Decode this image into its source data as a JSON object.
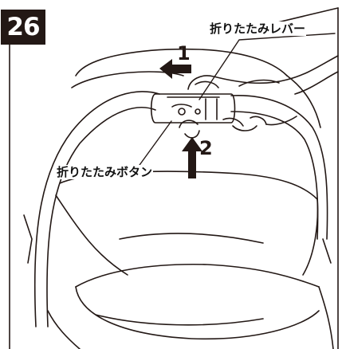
{
  "step": {
    "number": "26"
  },
  "labels": {
    "lever": "折りたたみレバー",
    "button": "折りたたみボタン"
  },
  "arrows": {
    "one": "1",
    "two": "2"
  },
  "colors": {
    "ink": "#231815",
    "paper": "#ffffff"
  }
}
